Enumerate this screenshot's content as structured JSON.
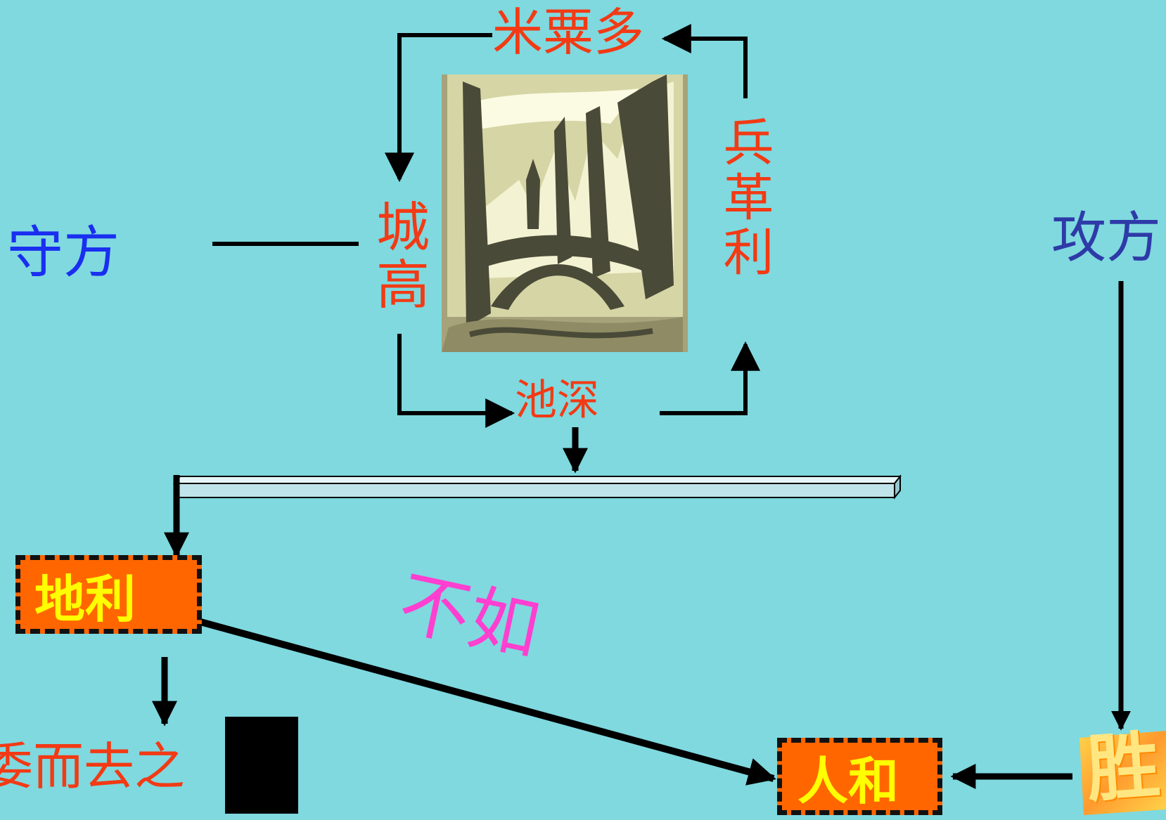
{
  "nodes": {
    "granary": "米粟多",
    "weapons": "兵革利",
    "wall": "城高",
    "moat": "池深",
    "defender": "守方",
    "attacker": "攻方",
    "comparison": "不如",
    "terrain": "地利",
    "harmony": "人和",
    "abandon": "委而去之",
    "victory": "胜"
  },
  "colors": {
    "background": "#7fd9df",
    "label_red": "#f23a14",
    "defender_blue": "#1a2ef0",
    "attacker_blue": "#2e3aa8",
    "comparison_pink": "#ff3fd0",
    "box_fill": "#ff6600",
    "box_text": "#ffff00"
  }
}
